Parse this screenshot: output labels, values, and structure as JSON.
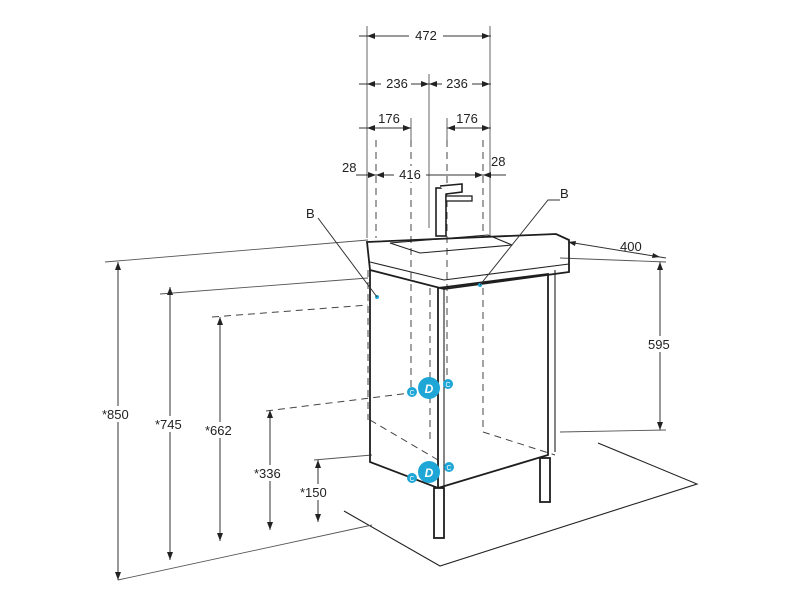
{
  "colors": {
    "line": "#1e1e1e",
    "accent": "#1ea6d6",
    "background": "#ffffff"
  },
  "dimensions": {
    "width_total": "472",
    "half_left": "236",
    "half_right": "236",
    "inner_left": "176",
    "inner_right": "176",
    "edge_left": "28",
    "edge_right": "28",
    "bowl_width": "416",
    "depth": "400",
    "cabinet_height": "595",
    "height_850": "*850",
    "height_745": "*745",
    "height_662": "*662",
    "height_336": "*336",
    "height_150": "*150"
  },
  "labels": {
    "point_b_left": "B",
    "point_b_right": "B",
    "marker_d": "D",
    "marker_c": "C"
  },
  "icons": {
    "fixture": "faucet-icon",
    "connector": "connection-marker-icon"
  }
}
